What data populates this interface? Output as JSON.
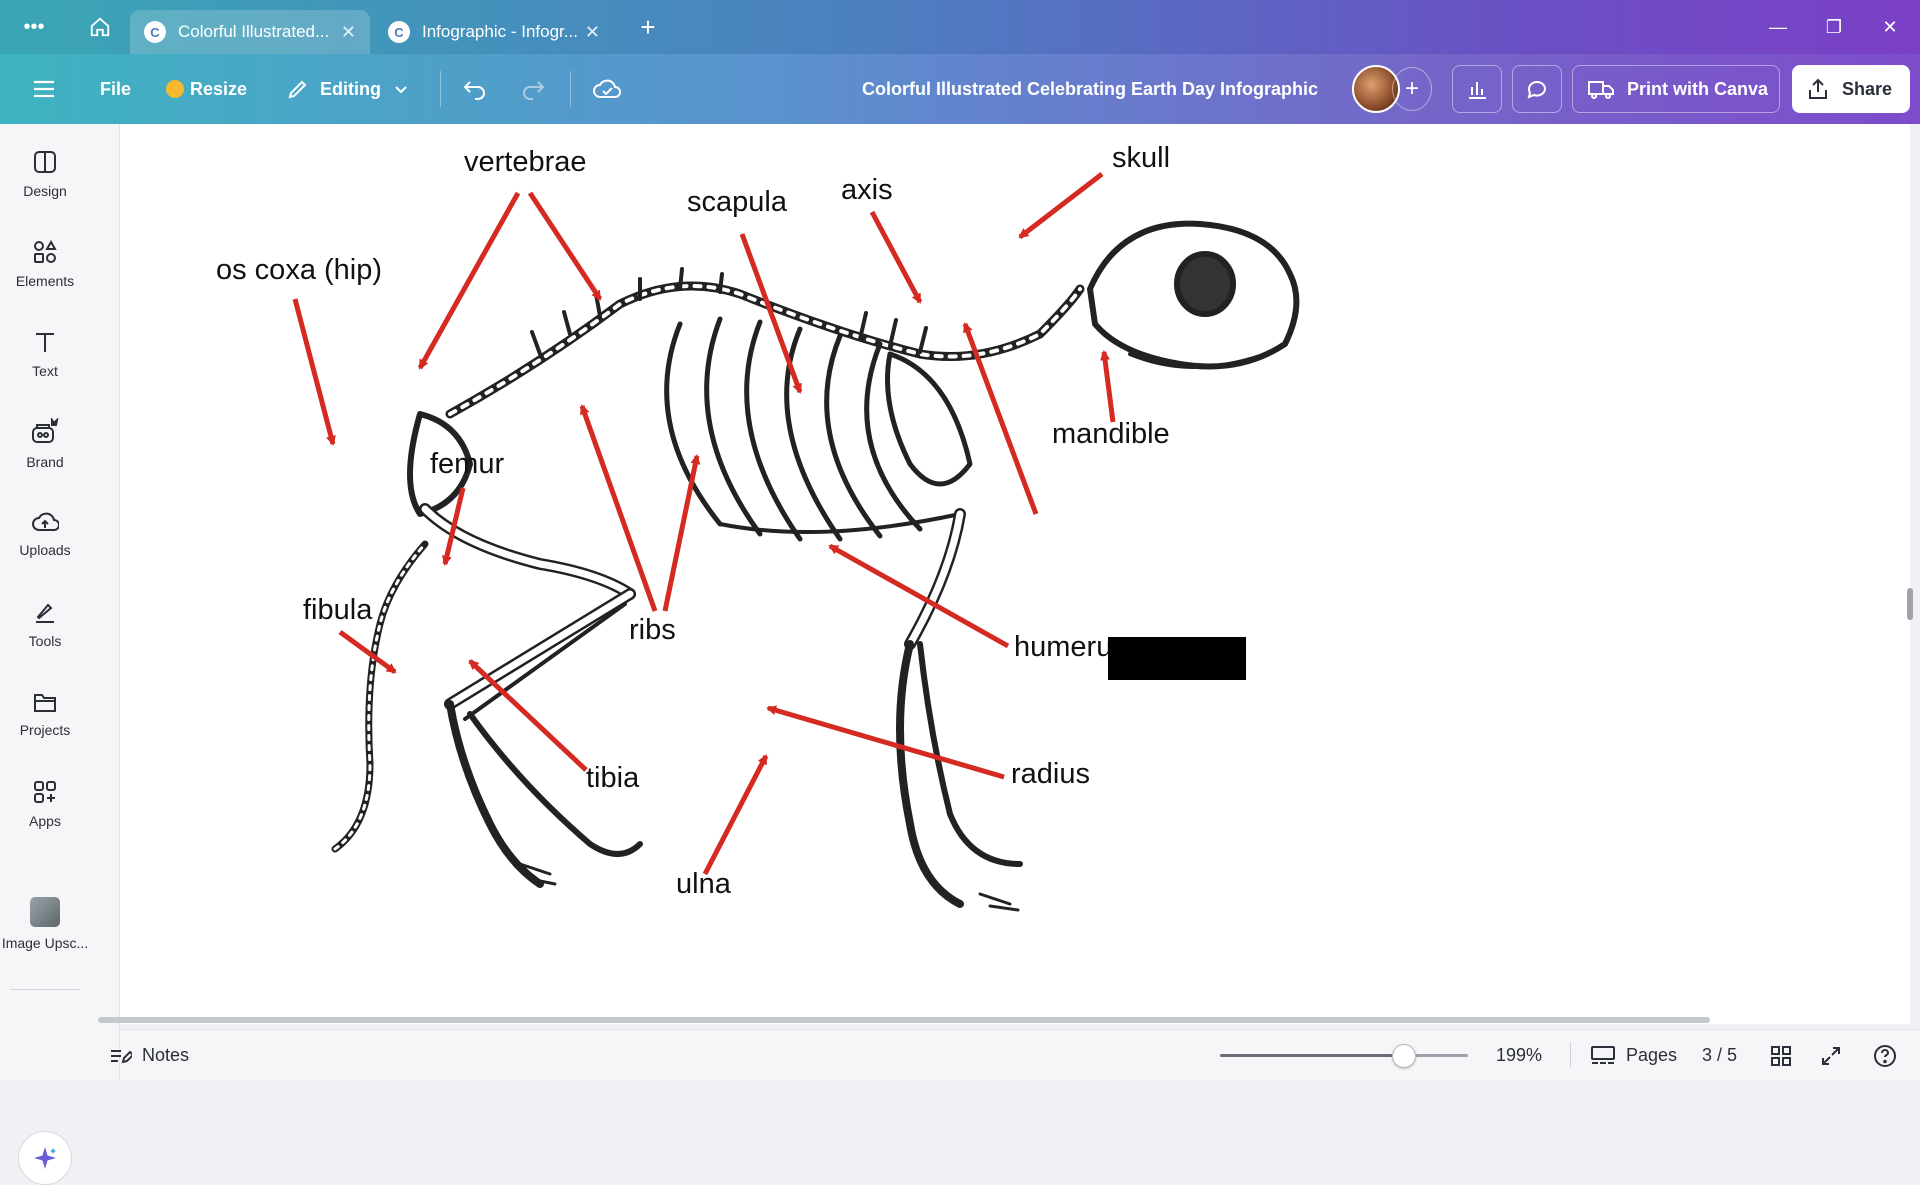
{
  "browser": {
    "tabs": [
      {
        "title": "Colorful Illustrated...",
        "active": true
      },
      {
        "title": "Infographic - Infogr...",
        "active": false
      }
    ]
  },
  "toolbar": {
    "file_label": "File",
    "resize_label": "Resize",
    "editing_label": "Editing",
    "doc_title": "Colorful Illustrated Celebrating Earth Day Infographic",
    "print_label": "Print with Canva",
    "share_label": "Share"
  },
  "sidebar": {
    "items": [
      {
        "label": "Design",
        "icon": "design-icon"
      },
      {
        "label": "Elements",
        "icon": "elements-icon"
      },
      {
        "label": "Text",
        "icon": "text-icon"
      },
      {
        "label": "Brand",
        "icon": "brand-icon"
      },
      {
        "label": "Uploads",
        "icon": "uploads-icon"
      },
      {
        "label": "Tools",
        "icon": "tools-icon"
      },
      {
        "label": "Projects",
        "icon": "projects-icon"
      },
      {
        "label": "Apps",
        "icon": "apps-icon"
      },
      {
        "label": "Image Upsc...",
        "icon": "image-upscaler-icon"
      }
    ]
  },
  "figure": {
    "labels": {
      "vertebrae": "vertebrae",
      "skull": "skull",
      "scapula": "scapula",
      "axis": "axis",
      "os_coxa": "os coxa (hip)",
      "mandible": "mandible",
      "femur": "femur",
      "fibula": "fibula",
      "ribs": "ribs",
      "humerus": "humerus",
      "tibia": "tibia",
      "radius": "radius",
      "ulna": "ulna"
    }
  },
  "bottom": {
    "notes_label": "Notes",
    "zoom": "199%",
    "zoom_level": 0.74,
    "pages_label": "Pages",
    "page_indicator": "3 / 5"
  },
  "colors": {
    "arrow": "#d42a22",
    "accent_gradient_start": "#3eb3c0",
    "accent_gradient_end": "#7d4ccb"
  }
}
